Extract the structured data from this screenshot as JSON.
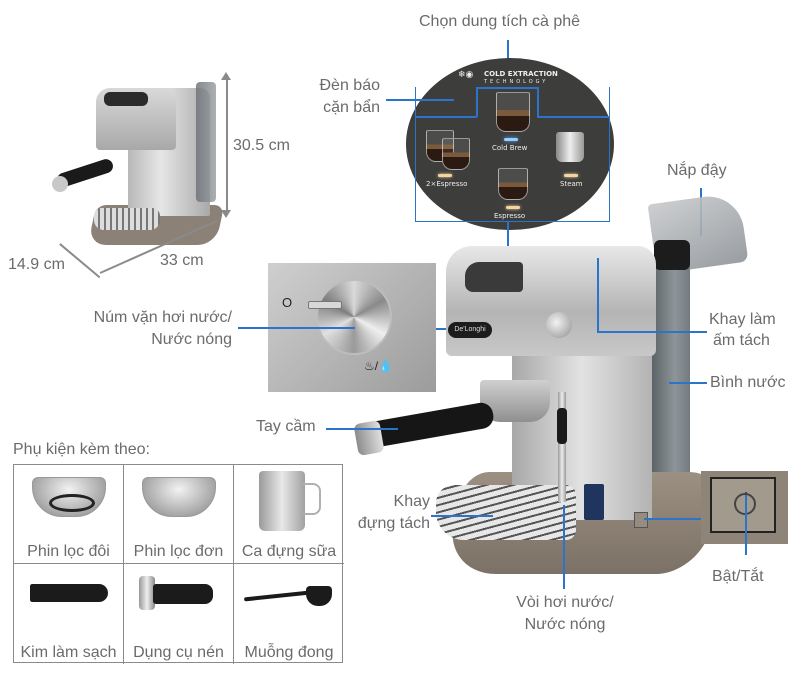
{
  "dimensions": {
    "height": "30.5 cm",
    "depth": "14.9 cm",
    "width": "33 cm"
  },
  "labels": {
    "cup_volume": "Chọn dung tích cà phê",
    "descale_light_line1": "Đèn báo",
    "descale_light_line2": "cặn bẩn",
    "lid": "Nắp đậy",
    "steam_knob_line1": "Núm vặn hơi nước/",
    "steam_knob_line2": "Nước nóng",
    "cup_warmer_line1": "Khay làm",
    "cup_warmer_line2": "ấm tách",
    "water_tank": "Bình nước",
    "handle": "Tay cầm",
    "drip_tray_line1": "Khay",
    "drip_tray_line2": "đựng tách",
    "steam_wand_line1": "Vòi hơi nước/",
    "steam_wand_line2": "Nước nóng",
    "power": "Bật/Tắt"
  },
  "control_panel": {
    "brand_line1": "COLD EXTRACTION",
    "brand_line2": "TECHNOLOGY",
    "options": [
      {
        "label": "Cold Brew",
        "led": "blue"
      },
      {
        "label": "2×Espresso",
        "led": "amber"
      },
      {
        "label": "Steam",
        "led": "amber"
      },
      {
        "label": "Espresso",
        "led": "amber"
      }
    ]
  },
  "knob_inset": {
    "off_symbol": "O",
    "steam_symbol": "♨/💧"
  },
  "accessories": {
    "title": "Phụ kiện kèm theo:",
    "items": [
      {
        "label": "Phin lọc đôi",
        "icon": "double-filter-basket"
      },
      {
        "label": "Phin lọc đơn",
        "icon": "single-filter-basket"
      },
      {
        "label": "Ca đựng sữa",
        "icon": "milk-pitcher"
      },
      {
        "label": "Kim làm sạch",
        "icon": "cleaning-tool"
      },
      {
        "label": "Dụng cụ nén",
        "icon": "tamper"
      },
      {
        "label": "Muỗng đong",
        "icon": "measuring-spoon"
      }
    ]
  },
  "brand": "De'Longhi",
  "colors": {
    "callout_line": "#2a74c9",
    "label_text": "#6b6b6b",
    "panel_bg": "#3d3d3b",
    "led_blue": "#9ad0ff",
    "led_amber": "#f3d5a2"
  }
}
